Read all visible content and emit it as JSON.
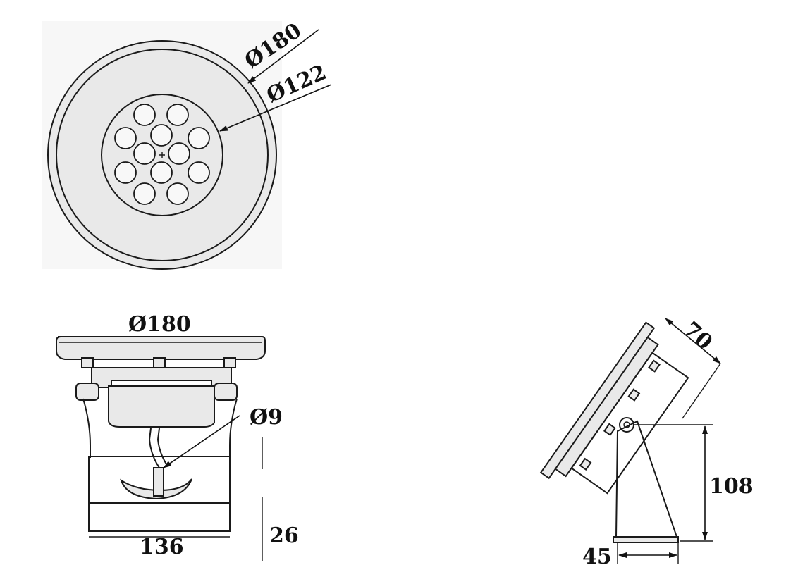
{
  "top_view": {
    "outer_diameter_label": "Ø180",
    "inner_diameter_label": "Ø122",
    "led_count": 12
  },
  "front_view": {
    "flange_diameter_label": "Ø180",
    "cable_diameter_label": "Ø9",
    "body_width_label": "136",
    "bracket_height_label": "26"
  },
  "side_view": {
    "depth_label": "70",
    "height_label": "108",
    "base_width_label": "45"
  }
}
